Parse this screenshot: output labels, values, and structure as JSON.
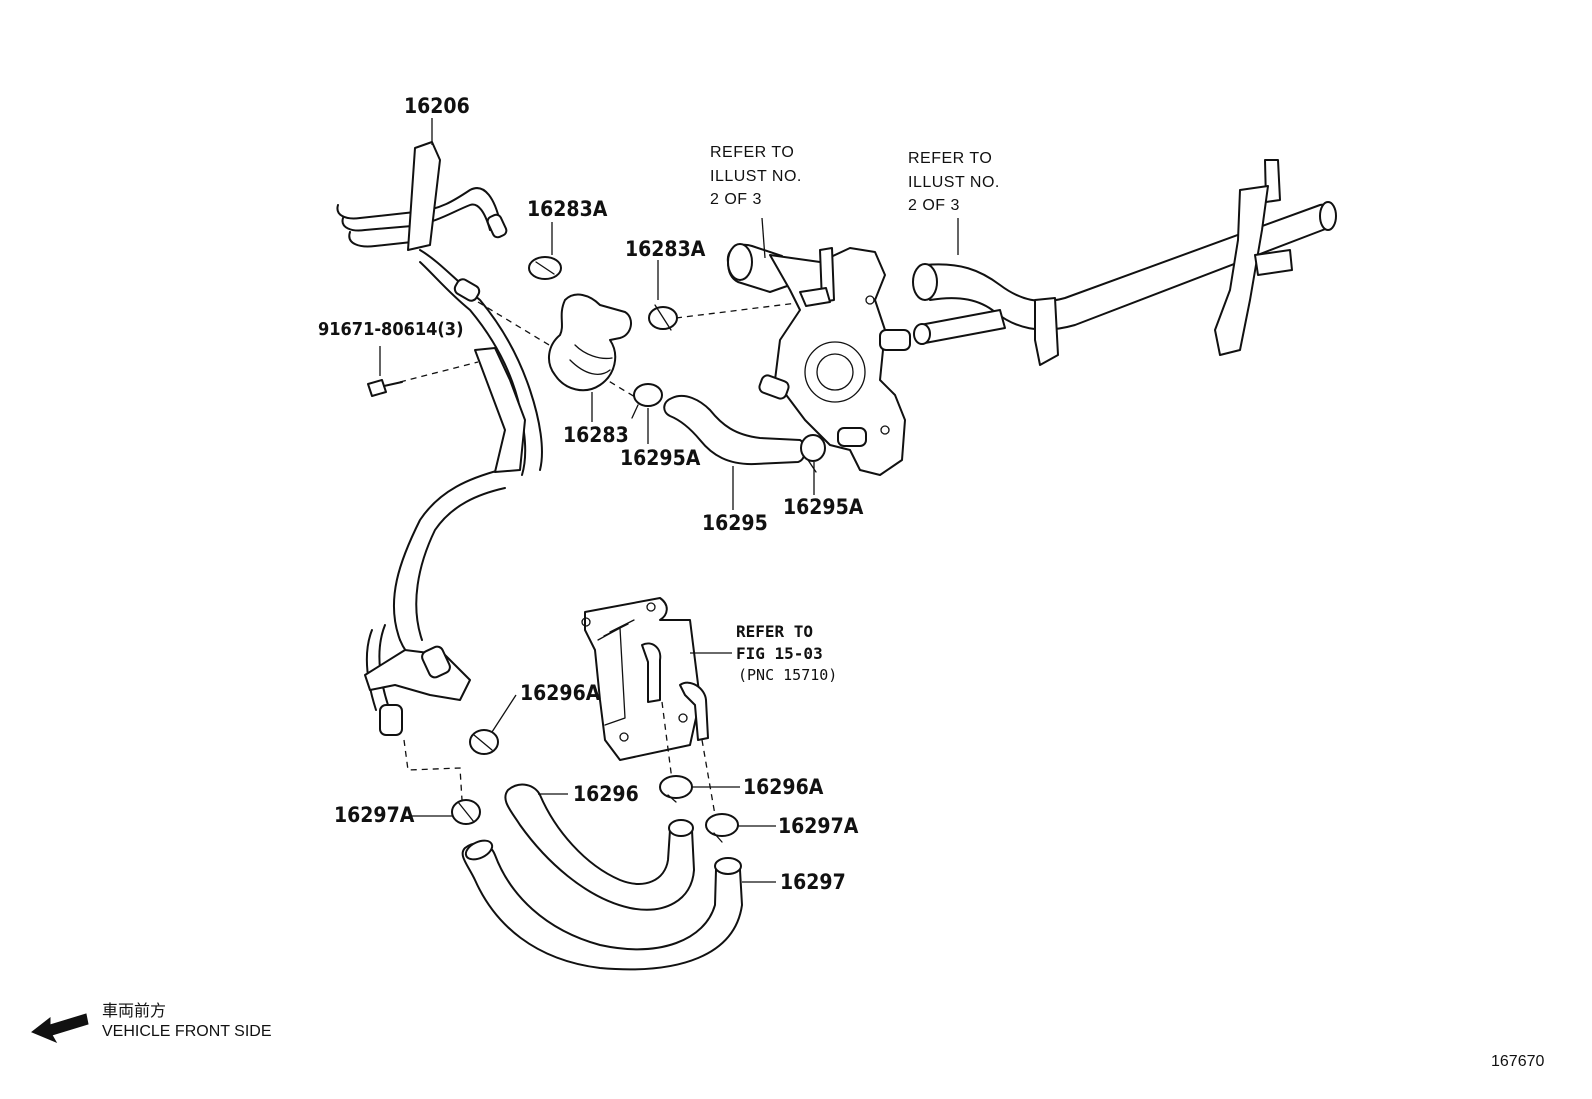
{
  "labels": {
    "p16206": "16206",
    "p16283A_1": "16283A",
    "p16283A_2": "16283A",
    "p91671": "91671-80614(3)",
    "p16283": "16283",
    "p16295A_1": "16295A",
    "p16295": "16295",
    "p16295A_2": "16295A",
    "p16296A_1": "16296A",
    "p16296": "16296",
    "p16296A_2": "16296A",
    "p16297A_1": "16297A",
    "p16297A_2": "16297A",
    "p16297": "16297"
  },
  "notes": {
    "refer1": [
      "REFER TO",
      "ILLUST NO.",
      "2 OF 3"
    ],
    "refer2": [
      "REFER TO",
      "ILLUST NO.",
      "2 OF 3"
    ],
    "refer3": [
      "REFER TO",
      "FIG 15-03",
      "(PNC 15710)"
    ]
  },
  "front": {
    "jp": "車両前方",
    "en": "VEHICLE FRONT SIDE"
  },
  "illust_no": "167670"
}
